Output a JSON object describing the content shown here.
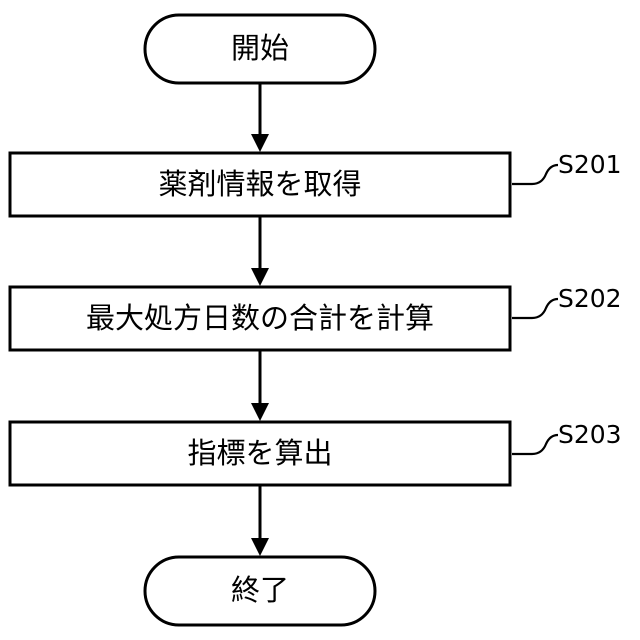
{
  "flowchart": {
    "start": {
      "label": "開始"
    },
    "steps": [
      {
        "label": "薬剤情報を取得",
        "ref": "S201"
      },
      {
        "label": "最大処方日数の合計を計算",
        "ref": "S202"
      },
      {
        "label": "指標を算出",
        "ref": "S203"
      }
    ],
    "end": {
      "label": "終了"
    }
  },
  "colors": {
    "stroke": "#000000",
    "fill": "#ffffff",
    "text": "#000000"
  }
}
